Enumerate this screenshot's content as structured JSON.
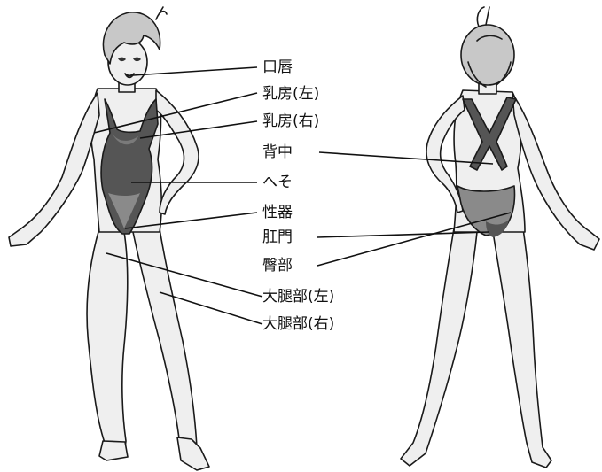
{
  "labels": {
    "lips": "口唇",
    "breast_left": "乳房(左)",
    "breast_right": "乳房(右)",
    "back": "背中",
    "navel": "へそ",
    "genitals": "性器",
    "anus": "肛門",
    "buttocks": "臀部",
    "thigh_left": "大腿部(左)",
    "thigh_right": "大腿部(右)"
  },
  "colors": {
    "outline": "#1a1a1a",
    "skin": "#efefef",
    "swimsuit": "#555555",
    "swimsuit_panel": "#8a8a8a",
    "hair": "#c8c8c8"
  }
}
